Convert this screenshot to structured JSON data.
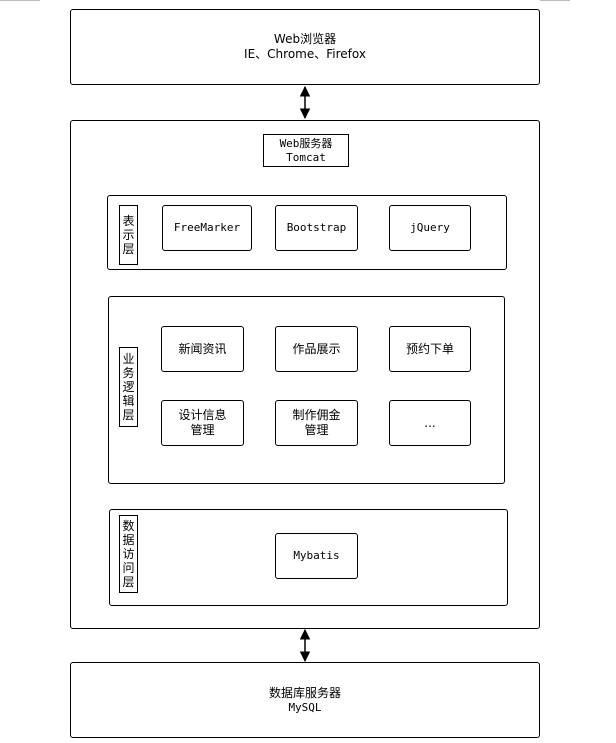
{
  "browser": {
    "title": "Web浏览器",
    "subtitle": "IE、Chrome、Firefox"
  },
  "server": {
    "title": "Web服务器",
    "subtitle": "Tomcat"
  },
  "presentation": {
    "label": [
      "表",
      "示",
      "层"
    ],
    "items": [
      "FreeMarker",
      "Bootstrap",
      "jQuery"
    ]
  },
  "business": {
    "label": [
      "业",
      "务",
      "逻",
      "辑",
      "层"
    ],
    "items": [
      [
        "新闻资讯"
      ],
      [
        "作品展示"
      ],
      [
        "预约下单"
      ],
      [
        "设计信息",
        "管理"
      ],
      [
        "制作佣金",
        "管理"
      ],
      [
        "..."
      ]
    ]
  },
  "data_access": {
    "label": [
      "数",
      "据",
      "访",
      "问",
      "层"
    ],
    "items": [
      "Mybatis"
    ]
  },
  "database": {
    "title": "数据库服务器",
    "subtitle": "MySQL"
  }
}
